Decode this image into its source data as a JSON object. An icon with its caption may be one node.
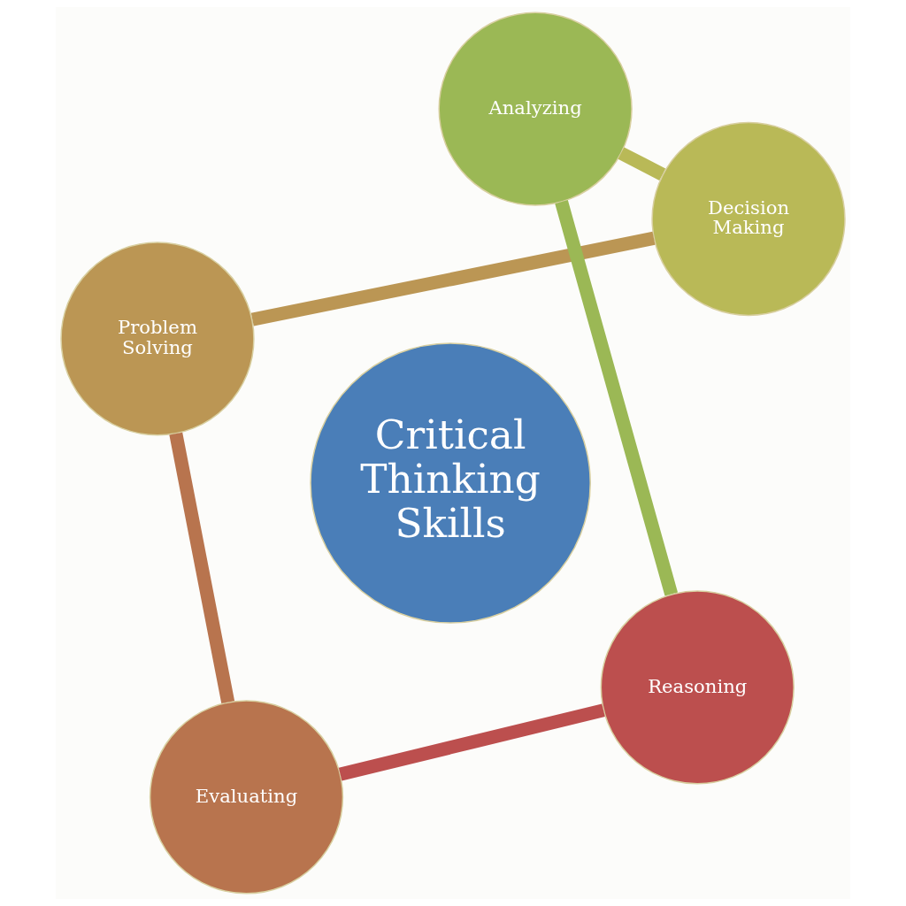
{
  "diagram": {
    "nodes": [
      {
        "text": [
          "Critical Thinking Skills"
        ]
      },
      {
        "text": [
          "Reasoning"
        ]
      },
      {
        "text": [
          "Evaluating"
        ]
      },
      {
        "text": [
          "Problem Solving"
        ]
      },
      {
        "text": [
          "Decision Making"
        ]
      },
      {
        "text": [
          "Analyzing"
        ]
      }
    ],
    "edges": [
      {
        "from": 1,
        "to": 2,
        "arrow": "none",
        "color": "#bc4f4e"
      },
      {
        "from": 2,
        "to": 3,
        "arrow": "none",
        "color": "#b8744e"
      },
      {
        "from": 3,
        "to": 4,
        "arrow": "none",
        "color": "#bb9654"
      },
      {
        "from": 4,
        "to": 5,
        "arrow": "none",
        "color": "#b9b957"
      },
      {
        "from": 5,
        "to": 1,
        "arrow": "none",
        "color": "#9bb855"
      }
    ]
  }
}
